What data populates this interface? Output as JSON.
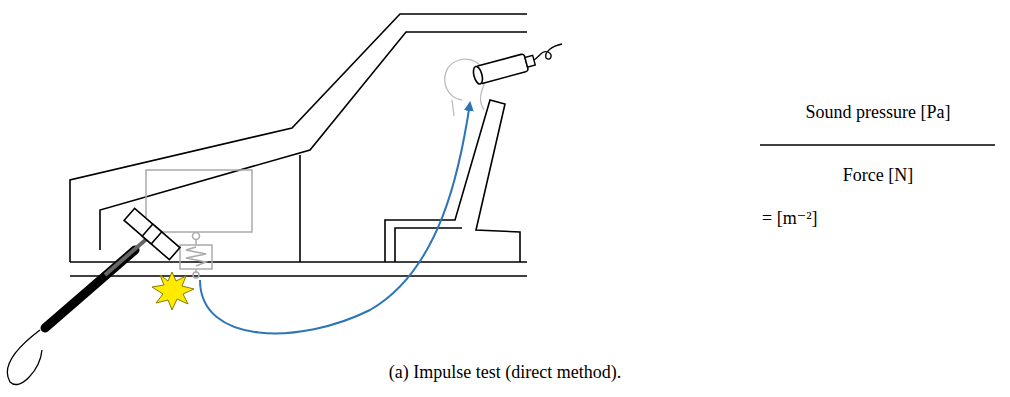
{
  "diagram": {
    "caption": "(a) Impulse test (direct method).",
    "labels": [
      "Sound pressure [Pa]",
      "Force [N]",
      "= [m⁻²]"
    ]
  }
}
